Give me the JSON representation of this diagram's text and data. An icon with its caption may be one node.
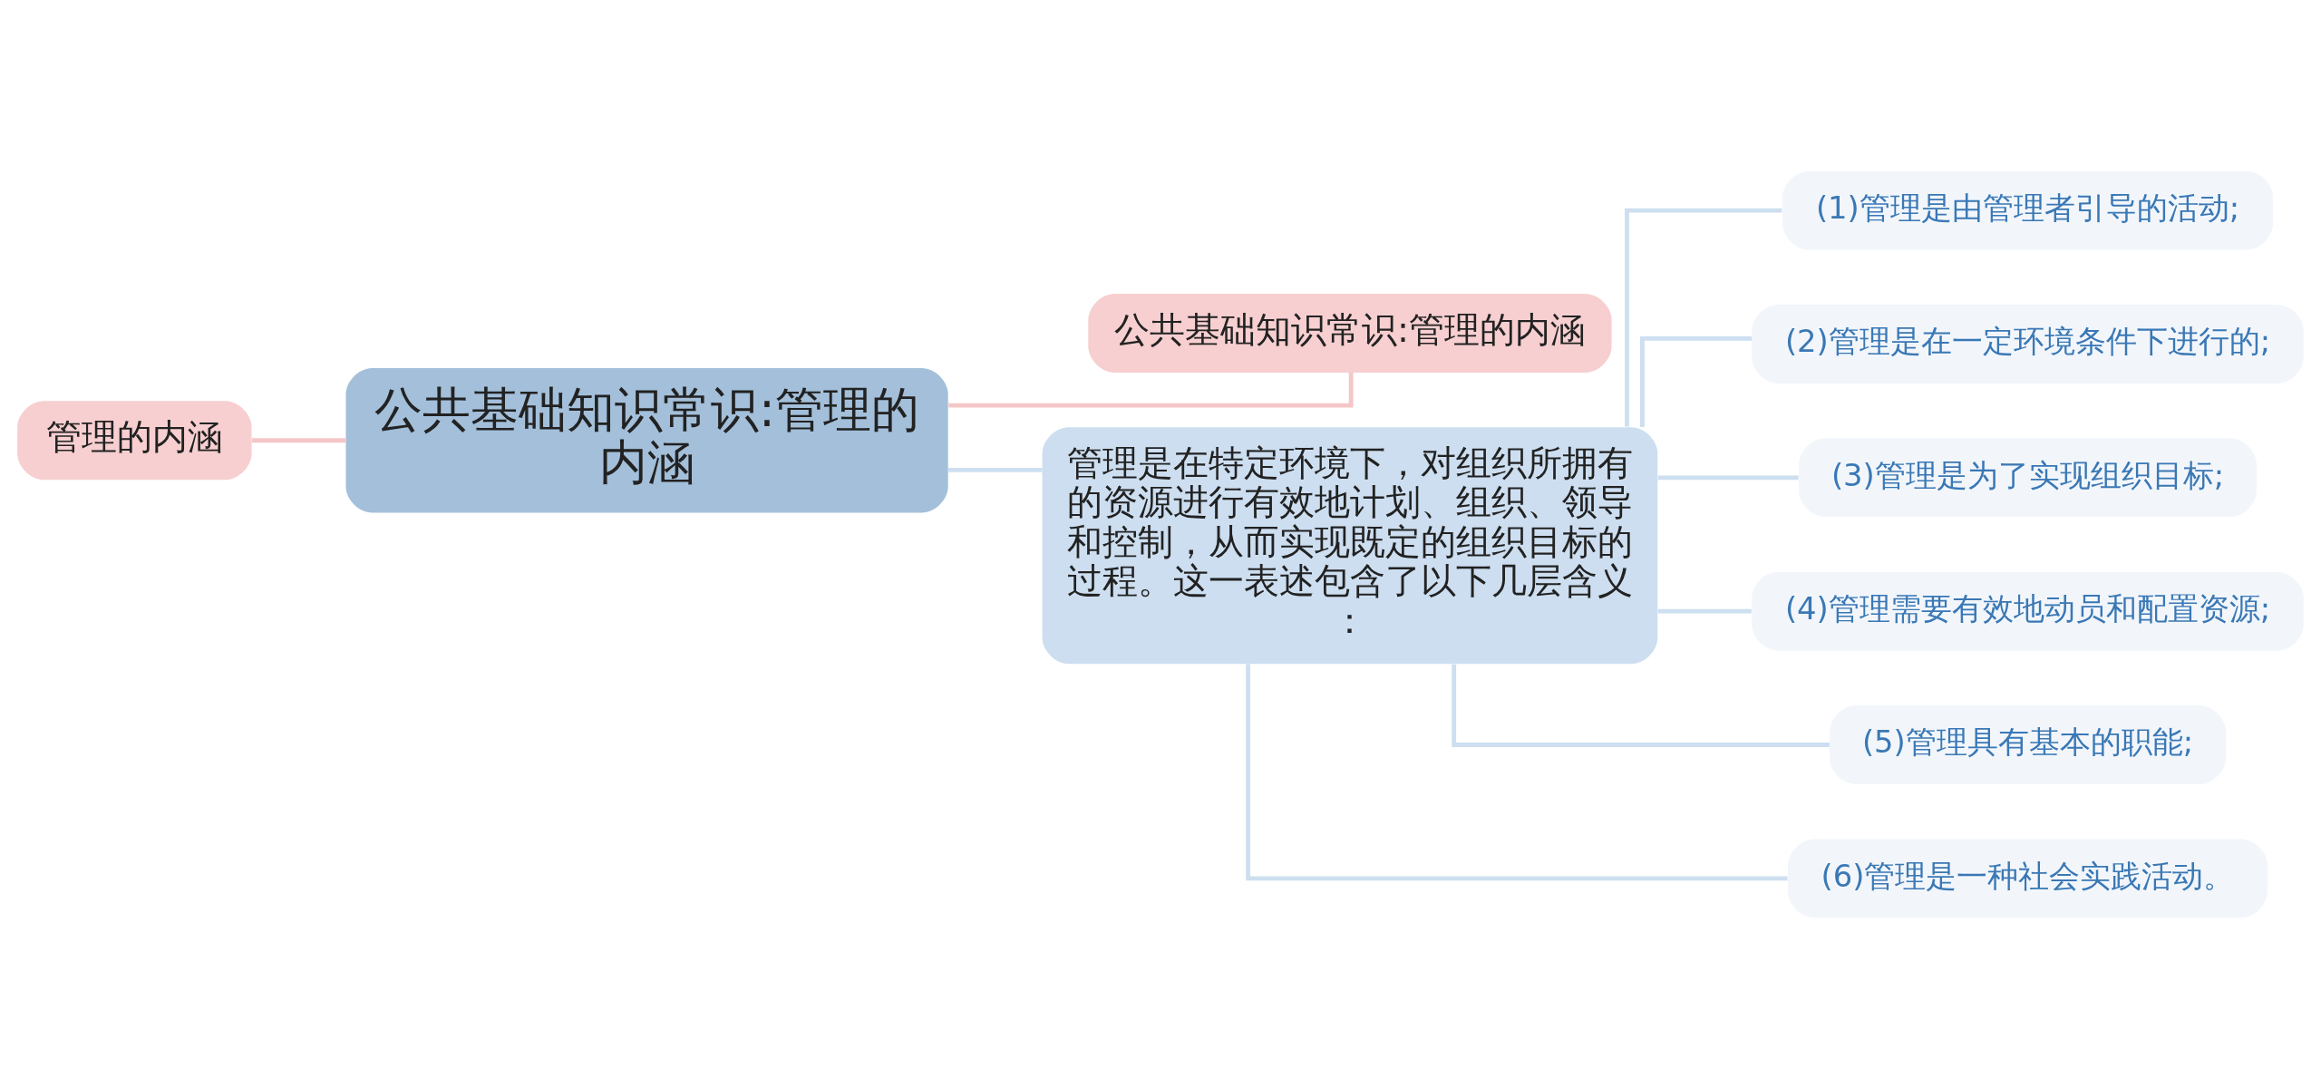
{
  "diagram": {
    "nodes": [
      {
        "text": [
          "管理的内涵"
        ]
      },
      {
        "text": [
          "公共基础知识常识:管理的内涵"
        ]
      },
      {
        "text": [
          "公共基础知识常识:管理的内涵"
        ]
      },
      {
        "text": [
          "管理是在特定环境下，对组织所拥有的资源进行有效地计划、组织、领导和控制，从而实现既定的组织目标的过程。这一表述包含了以下几层含义："
        ]
      },
      {
        "text": [
          "(1)管理是由管理者引导的活动;"
        ]
      },
      {
        "text": [
          "(2)管理是在一定环境条件下进行的;"
        ]
      },
      {
        "text": [
          "(3)管理是为了实现组织目标;"
        ]
      },
      {
        "text": [
          "(4)管理需要有效地动员和配置资源;"
        ]
      },
      {
        "text": [
          "(5)管理具有基本的职能;"
        ]
      },
      {
        "text": [
          "(6)管理是一种社会实践活动。"
        ]
      }
    ],
    "edges": [
      {
        "from": 0,
        "to": 1,
        "arrow": "none",
        "color": "#f5c6c8"
      },
      {
        "from": 1,
        "to": 2,
        "arrow": "none",
        "color": "#f5c6c8"
      },
      {
        "from": 1,
        "to": 3,
        "arrow": "none"
      },
      {
        "from": 3,
        "to": 4,
        "arrow": "none"
      },
      {
        "from": 3,
        "to": 5,
        "arrow": "none"
      },
      {
        "from": 3,
        "to": 6,
        "arrow": "none"
      },
      {
        "from": 3,
        "to": 7,
        "arrow": "none"
      },
      {
        "from": 3,
        "to": 8,
        "arrow": "none"
      },
      {
        "from": 3,
        "to": 9,
        "arrow": "none"
      }
    ]
  }
}
